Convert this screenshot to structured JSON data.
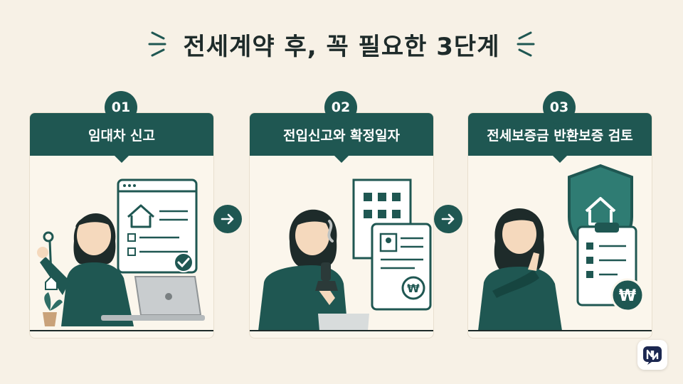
{
  "title": "전세계약 후, 꼭 필요한 3단계",
  "steps": [
    {
      "number": "01",
      "label": "임대차 신고"
    },
    {
      "number": "02",
      "label": "전입신고와 확정일자"
    },
    {
      "number": "03",
      "label": "전세보증금 반환보증 검토"
    }
  ],
  "colors": {
    "accent": "#1f5752",
    "background": "#f7f1e6",
    "card": "#fbf6ec"
  },
  "icons": [
    "arrow-right-icon",
    "house-icon",
    "checkmark-icon",
    "won-icon",
    "shield-icon",
    "logo-icon"
  ]
}
